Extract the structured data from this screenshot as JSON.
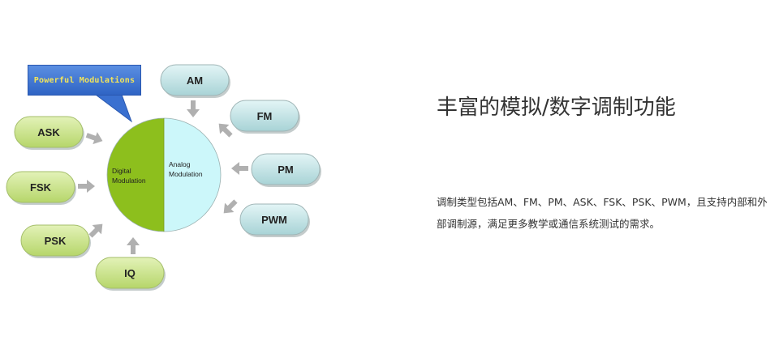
{
  "diagram": {
    "callout": "Powerful Modulations",
    "center": {
      "digital": [
        "Digital",
        "Modulation"
      ],
      "analog": [
        "Analog",
        "Modulation"
      ]
    },
    "digital_nodes": [
      "ASK",
      "FSK",
      "PSK",
      "IQ"
    ],
    "analog_nodes": [
      "AM",
      "FM",
      "PM",
      "PWM"
    ],
    "colors": {
      "digital": "#8dbf1d",
      "analog": "#ccf7fa",
      "digital_node": "#c9e38d",
      "analog_node": "#b9dfe1",
      "arrow": "#b0b0b0",
      "callout": "#3a70d0",
      "callout_text": "#f2e45a"
    }
  },
  "headline": "丰富的模拟/数字调制功能",
  "description": "调制类型包括AM、FM、PM、ASK、FSK、PSK、PWM，且支持内部和外部调制源，满足更多教学或通信系统测试的需求。"
}
